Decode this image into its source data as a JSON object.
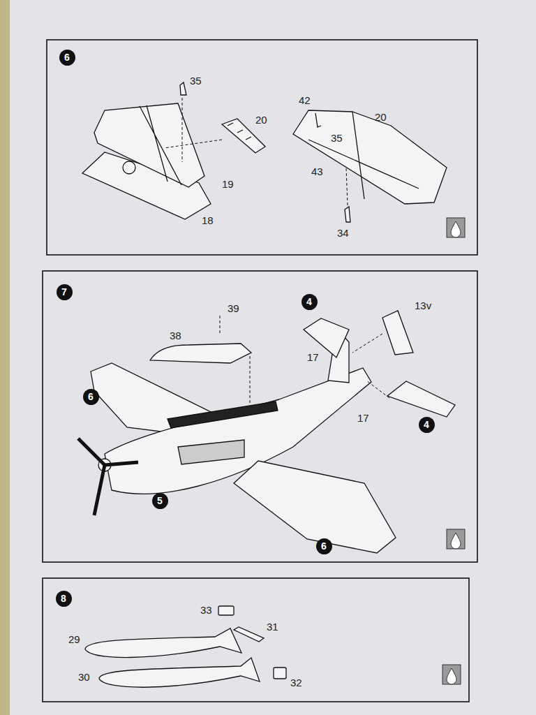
{
  "diagram": {
    "nodes": [
      {
        "text": [
          "6"
        ]
      },
      {
        "text": [
          "7"
        ]
      },
      {
        "text": [
          "4"
        ]
      },
      {
        "text": [
          "6"
        ]
      },
      {
        "text": [
          "4"
        ]
      },
      {
        "text": [
          "5"
        ]
      },
      {
        "text": [
          "6"
        ]
      },
      {
        "text": [
          "8"
        ]
      }
    ],
    "labels": [
      "35",
      "20",
      "19",
      "18",
      "42",
      "20",
      "35",
      "43",
      "34",
      "39",
      "38",
      "13v",
      "17",
      "17",
      "33",
      "31",
      "29",
      "30",
      "32"
    ]
  }
}
